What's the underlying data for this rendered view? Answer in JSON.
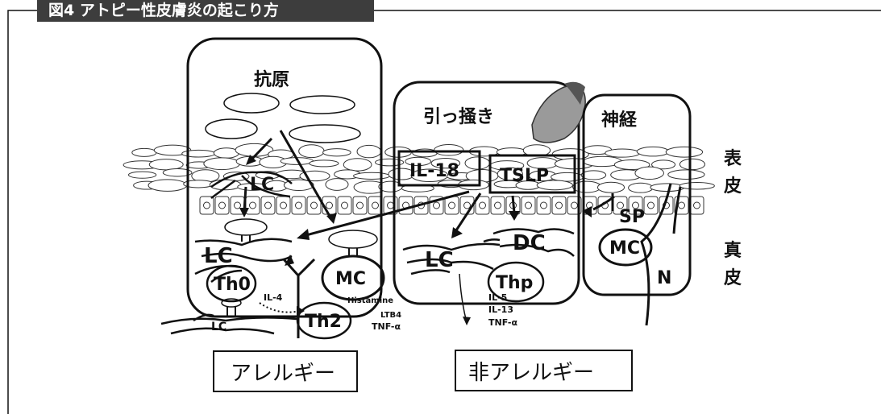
{
  "figure": {
    "title": "図4 アトピー性皮膚炎の起こり方"
  },
  "panels": {
    "antigen": {
      "title": "抗原"
    },
    "scratch": {
      "title": "引っ掻き"
    },
    "nerve": {
      "title": "神経"
    }
  },
  "side_labels": {
    "epidermis": [
      "表",
      "皮"
    ],
    "dermis": [
      "真",
      "皮"
    ]
  },
  "cells": {
    "lc_top": "LC",
    "lc_mid": "LC",
    "mc_left": "MC",
    "th0": "Th0",
    "th2": "Th2",
    "lc_bottom": "LC",
    "il18": "IL-18",
    "tslp": "TSLP",
    "lc_right": "LC",
    "dc": "DC",
    "thp": "Thp",
    "sp": "SP",
    "mc_right": "MC",
    "n": "N"
  },
  "mediators": {
    "il4": "IL-4",
    "histamine": "Histamine",
    "ltb4": "LTB4",
    "tnf_left": "TNF-α",
    "il5": "IL-5",
    "il13": "IL-13",
    "tnf_right": "TNF-α"
  },
  "bottom_labels": {
    "allergy": "アレルギー",
    "non_allergy": "非アレルギー"
  }
}
